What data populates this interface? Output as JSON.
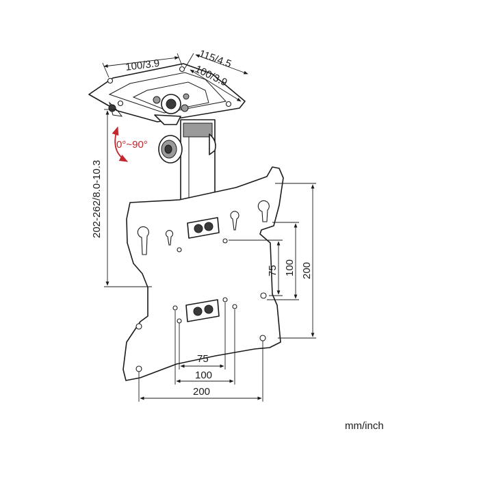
{
  "dimensions": {
    "top_plate_left": "100/3.9",
    "top_plate_right_outer": "115/4.5",
    "top_plate_right_inner": "100/3.9",
    "height_range": "202-262/8.0-10.3",
    "vesa_v_small": "75",
    "vesa_v_mid": "100",
    "vesa_v_large": "200",
    "vesa_h_small": "75",
    "vesa_h_mid": "100",
    "vesa_h_large": "200"
  },
  "rotation": {
    "label": "0°~90°",
    "color": "#c1272d"
  },
  "units": "mm/inch",
  "colors": {
    "line": "#1a1a1a",
    "accent": "#c1272d"
  }
}
